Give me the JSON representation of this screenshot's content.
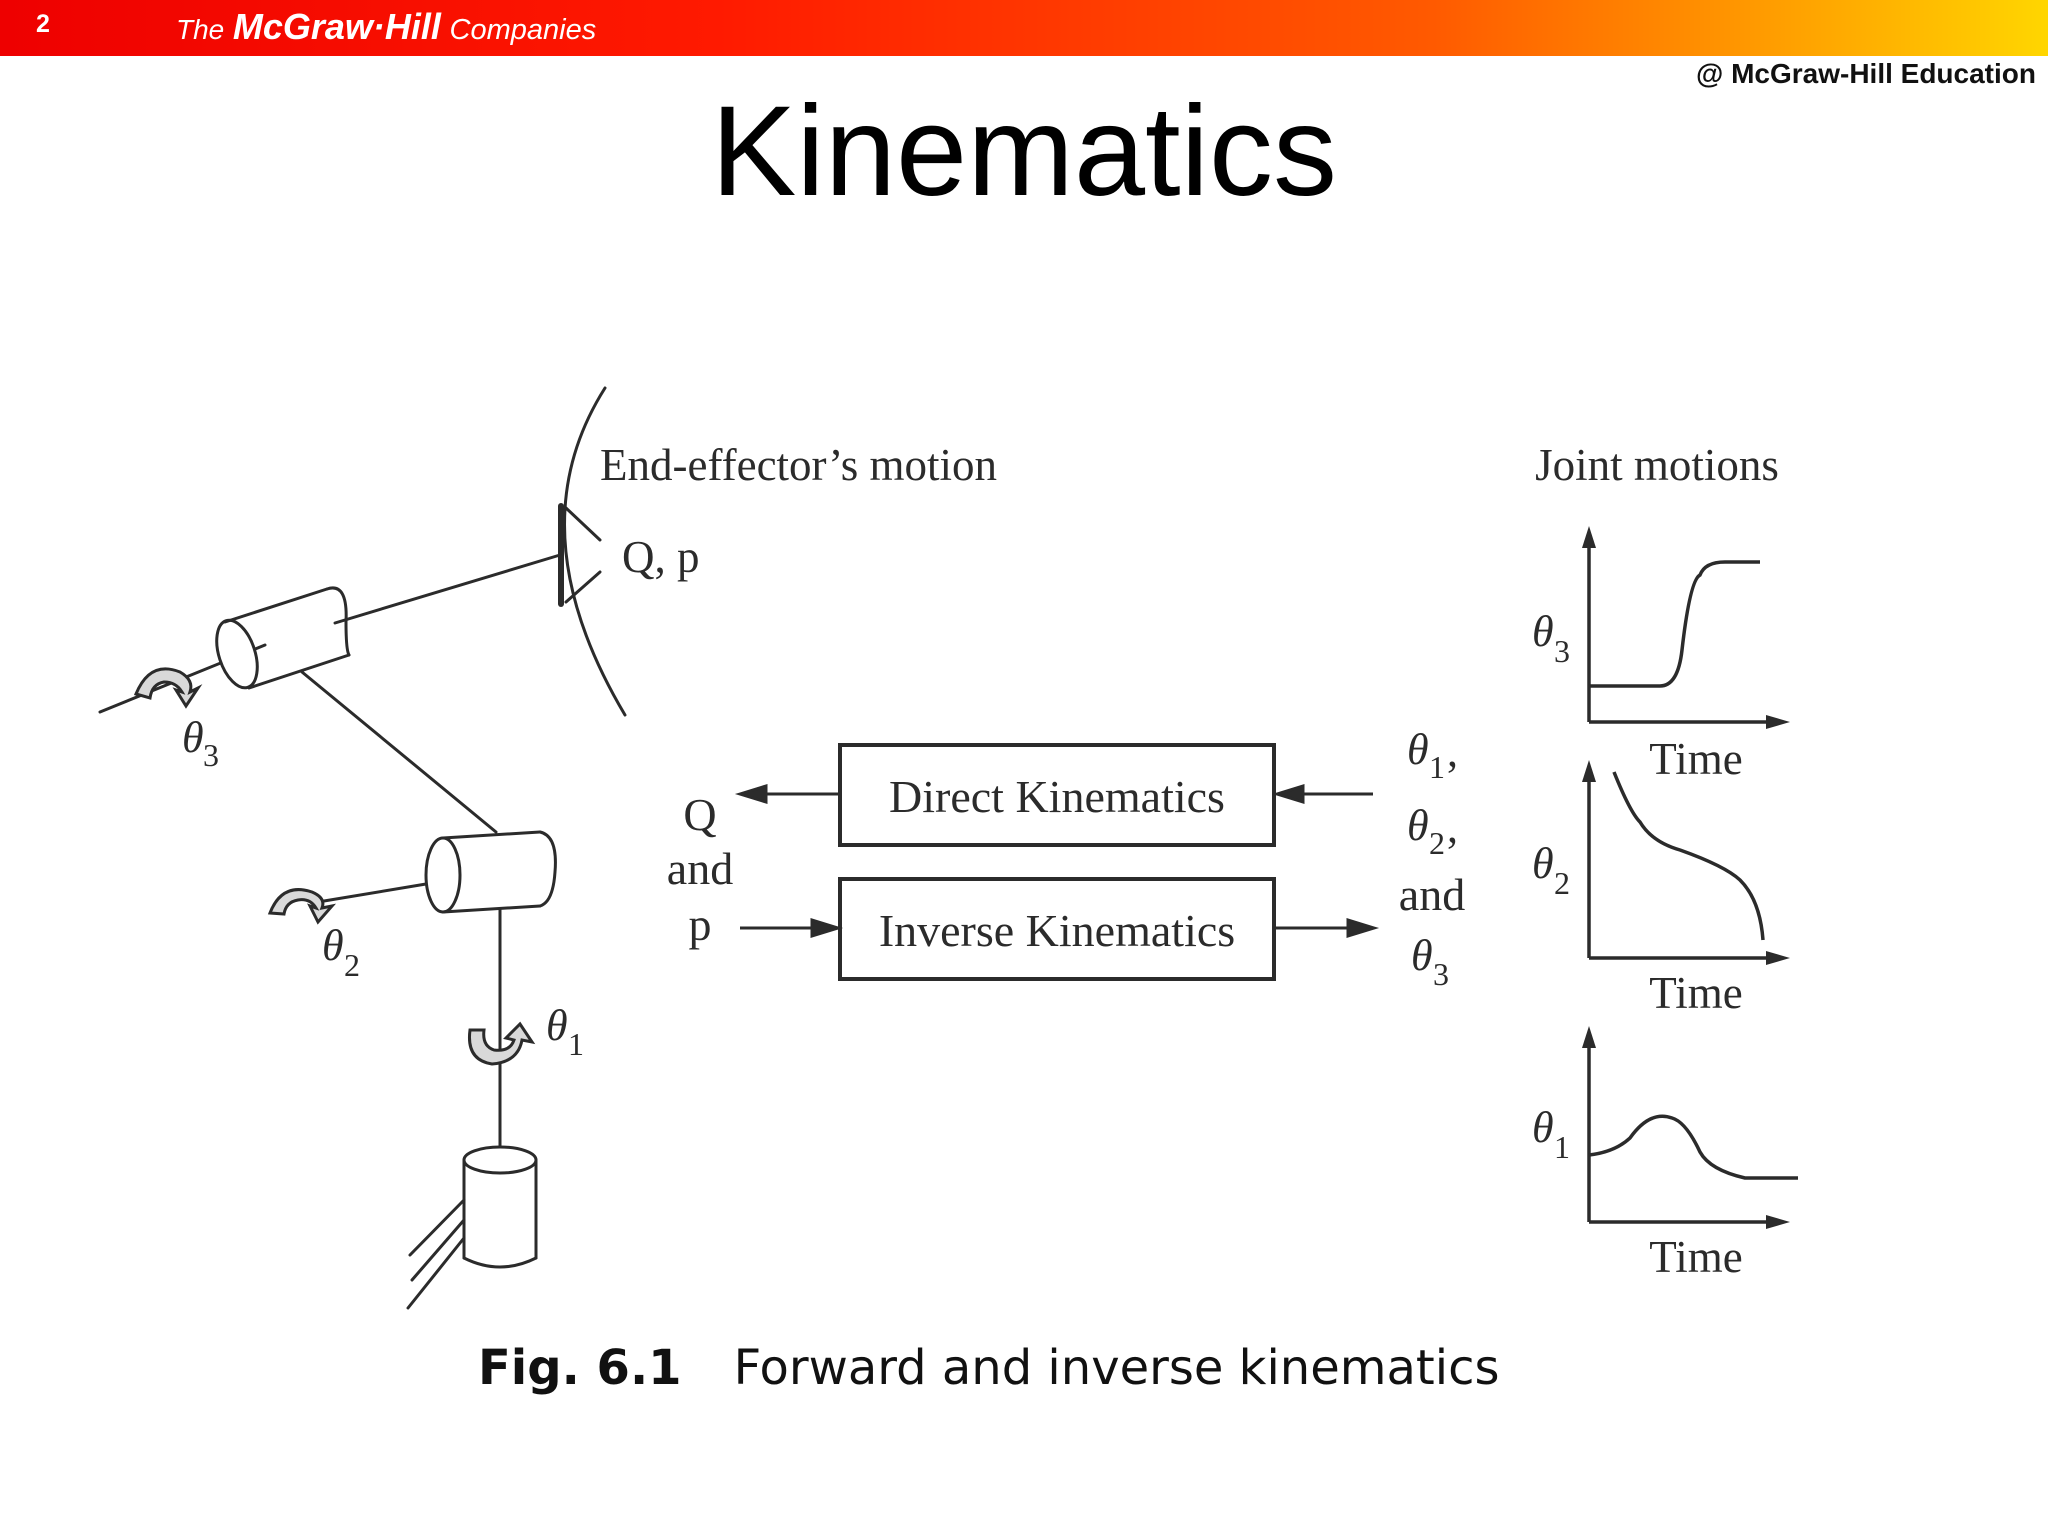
{
  "header": {
    "slide_number": "2",
    "brand_the": "The",
    "brand_name": "McGraw·Hill",
    "brand_companies": "Companies",
    "copyright": "@ McGraw-Hill Education"
  },
  "slide": {
    "title": "Kinematics"
  },
  "figure": {
    "end_effector_label": "End-effector’s motion",
    "end_effector_vars": "Q, p",
    "joint_motions_label": "Joint motions",
    "direct_block": "Direct Kinematics",
    "inverse_block": "Inverse Kinematics",
    "left_q": "Q",
    "left_and": "and",
    "left_p": "p",
    "right_and": "and",
    "theta": "θ",
    "sub1": "1",
    "sub2": "2",
    "sub3": "3",
    "comma": ",",
    "time_label": "Time",
    "caption_number": "Fig. 6.1",
    "caption_text": "Forward and inverse kinematics"
  },
  "colors": {
    "bar_red": "#ee0000",
    "bar_orange": "#ff5a00",
    "bar_yellow": "#ffd600",
    "ink": "#2b2b2b"
  }
}
